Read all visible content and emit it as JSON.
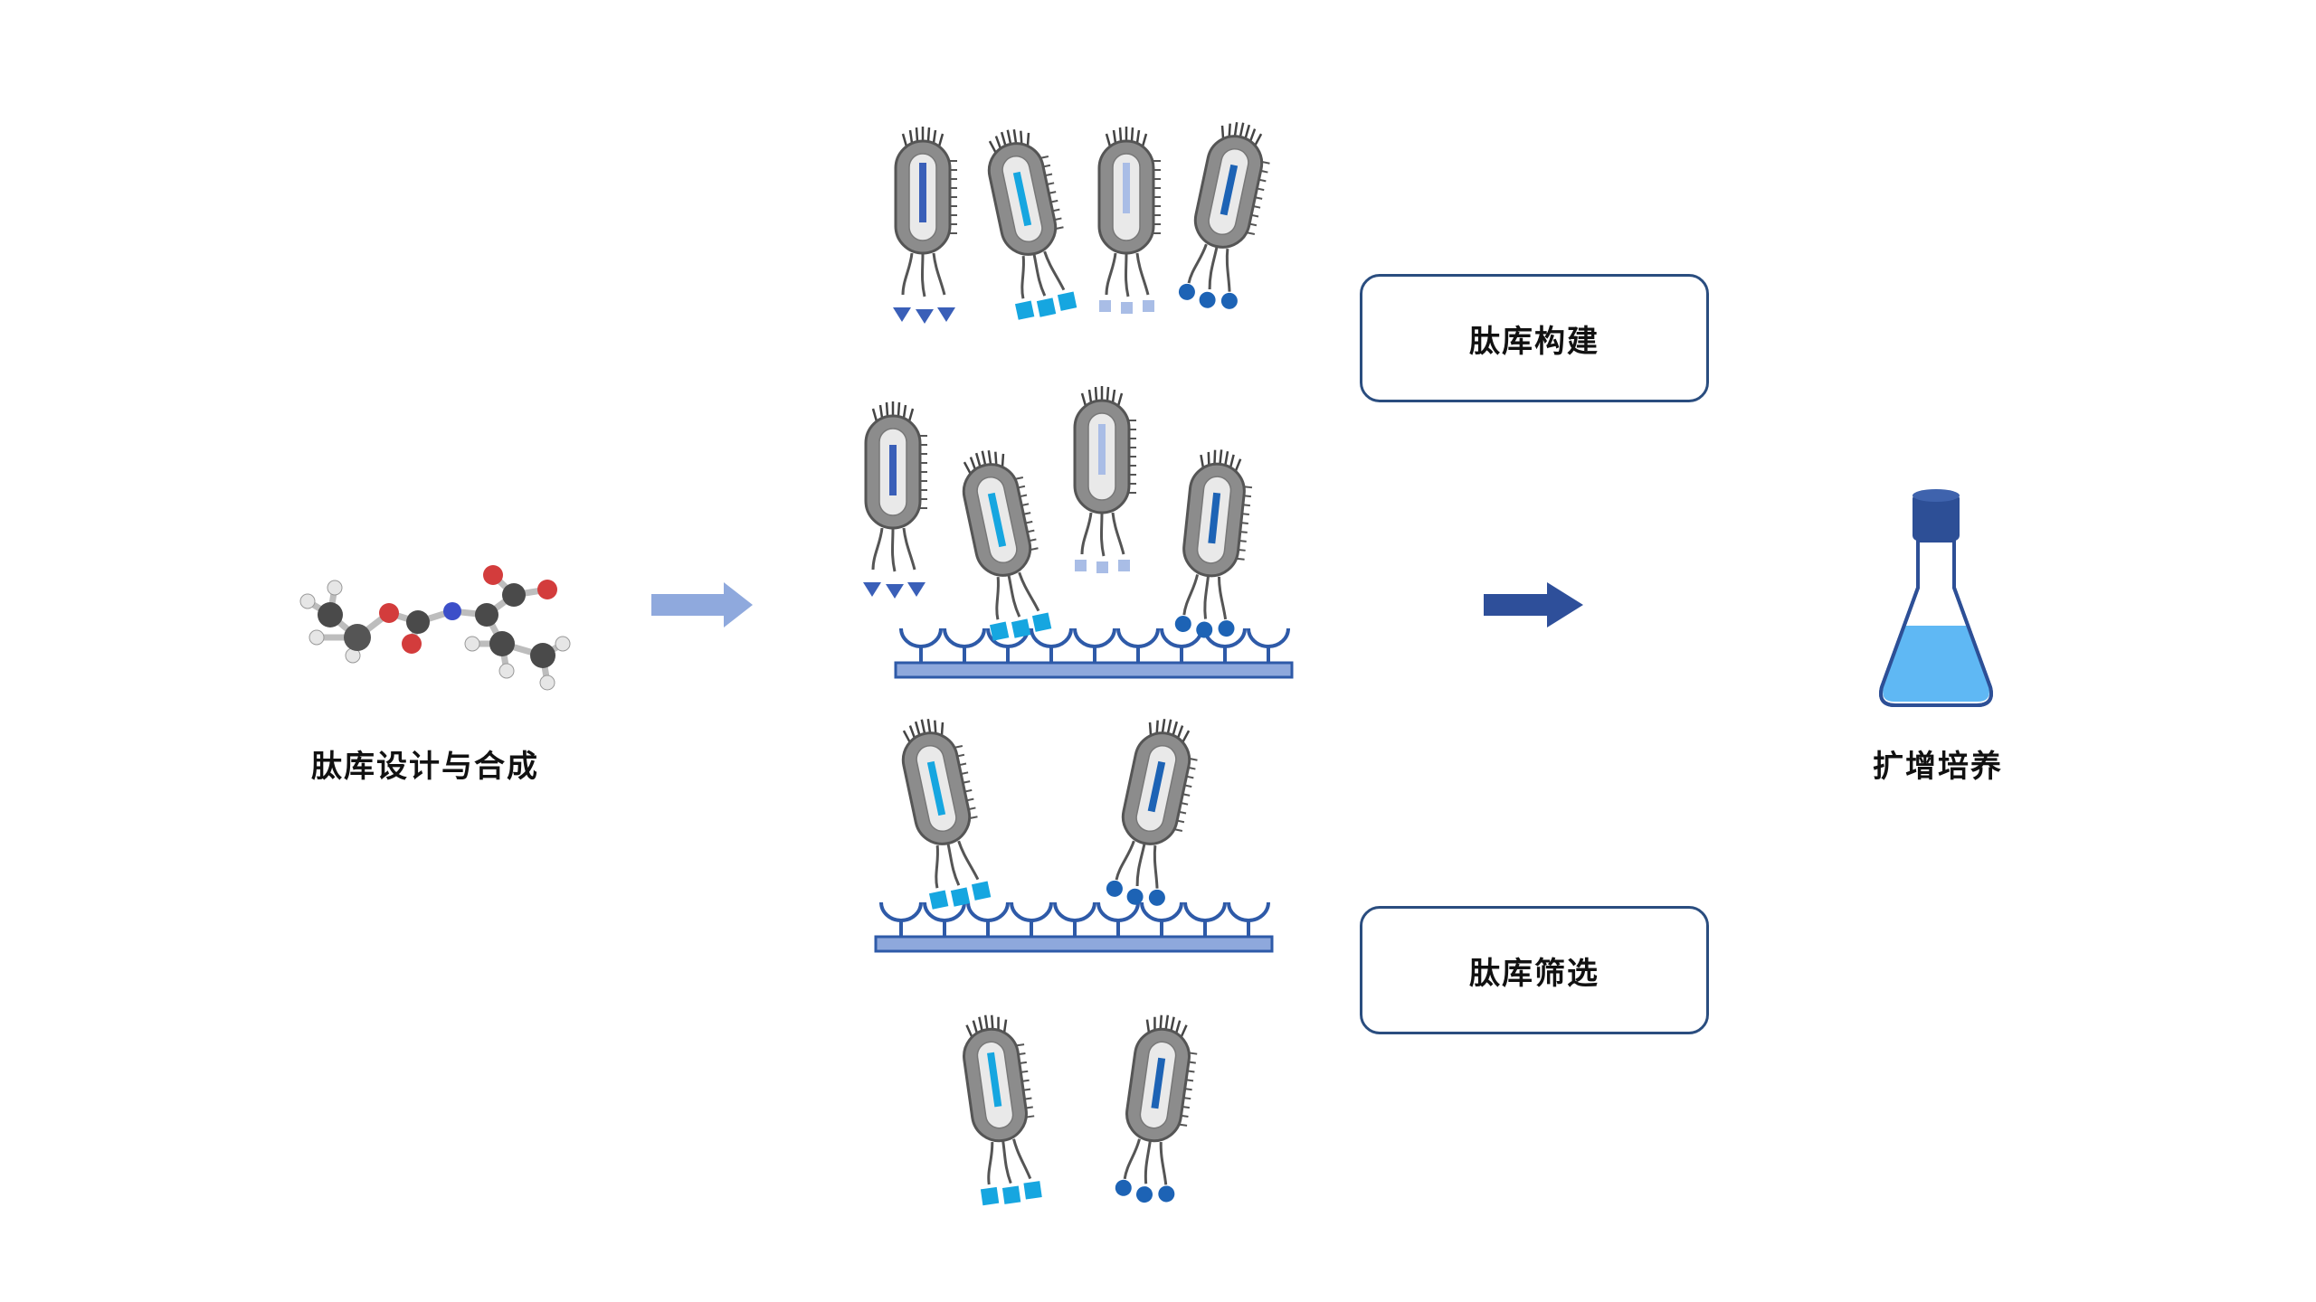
{
  "labels": {
    "design_synthesis": "肽库设计与合成",
    "library_construction": "肽库构建",
    "library_screening": "肽库筛选",
    "amplification_culture": "扩增培养"
  },
  "colors": {
    "arrow_light": "#8fa9dd",
    "arrow_dark": "#2e4f9a",
    "box_border": "#2a4d7f",
    "plate_fill": "#8ea8dc",
    "receptor_blue": "#2e5aa8",
    "peptide_triangle": "#3a5fb8",
    "peptide_square": "#16a6e0",
    "peptide_light": "#a9bde6",
    "peptide_circle": "#1d63b5",
    "flask_liquid": "#5fb8f4",
    "flask_cap": "#2d4f96",
    "phage_body": "#8c8c8c"
  },
  "icons": {
    "molecule": "ball-and-stick-molecule-icon",
    "flask": "erlenmeyer-flask-icon",
    "phage": "phage-icon"
  }
}
